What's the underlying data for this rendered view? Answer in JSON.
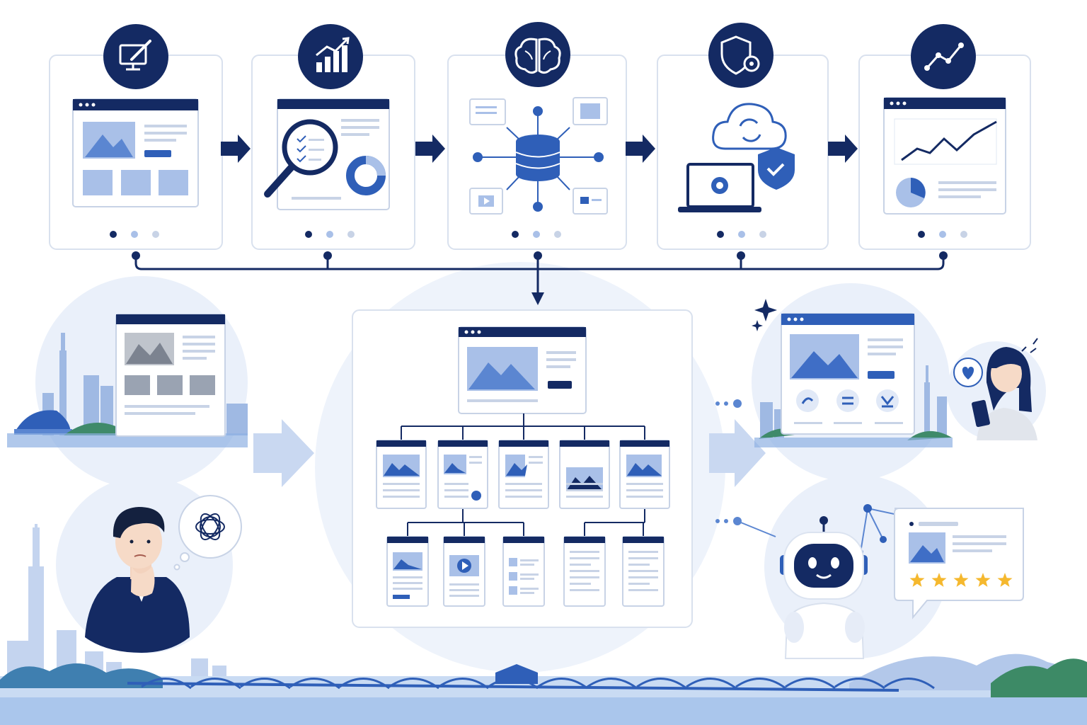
{
  "colors": {
    "navy": "#142a63",
    "blue": "#2f5fb8",
    "mid": "#5b86d1",
    "light": "#a9c0e8",
    "pale": "#e9f0fb",
    "grey": "#9aa3b2",
    "line": "#c8d3e6",
    "star": "#f5b82e",
    "water": "#5c8fd6"
  },
  "stages": [
    {
      "id": "design",
      "icon": "design-monitor-pen-icon"
    },
    {
      "id": "analysis",
      "icon": "growth-bar-chart-icon"
    },
    {
      "id": "ai",
      "icon": "brain-icon"
    },
    {
      "id": "security",
      "icon": "shield-gear-icon"
    },
    {
      "id": "growth",
      "icon": "trend-line-icon"
    }
  ],
  "sitemap": {
    "level2_count": 5,
    "level3_count": 5
  },
  "review": {
    "stars": 5
  }
}
